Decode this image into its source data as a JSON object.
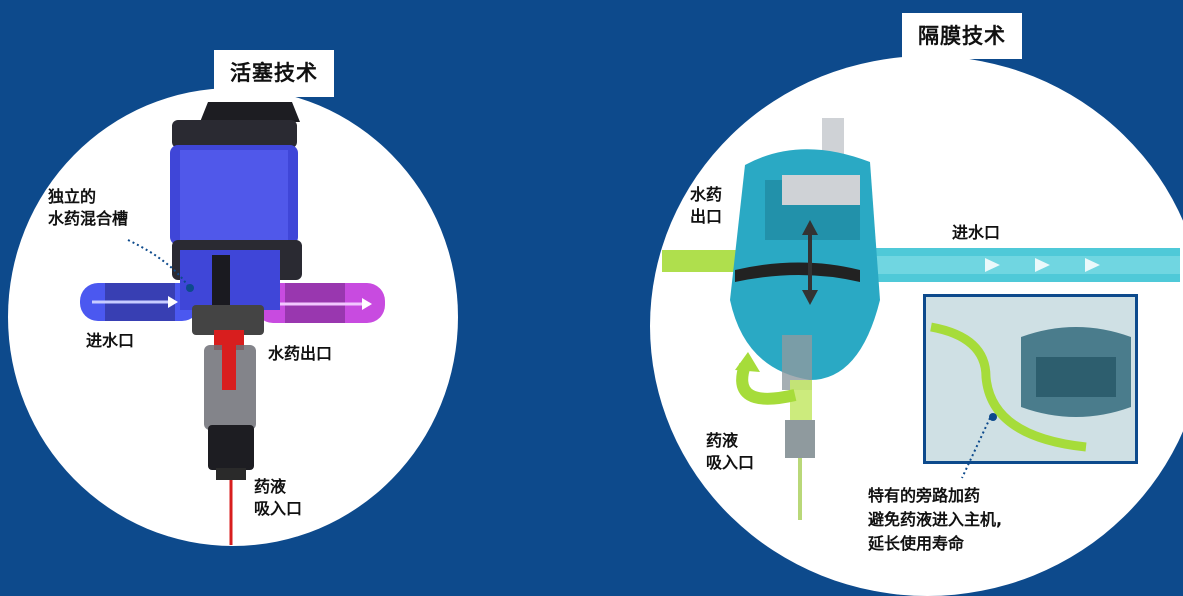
{
  "left": {
    "title": "活塞技术",
    "mixing_tank_label": [
      "独立的",
      "水药混合槽"
    ],
    "water_inlet_label": "进水口",
    "outlet_label": "水药出口",
    "suction_label": [
      "药液",
      "吸入口"
    ]
  },
  "right": {
    "title": "隔膜技术",
    "outlet_label": [
      "水药",
      "出口"
    ],
    "water_inlet_label": "进水口",
    "suction_label": [
      "药液",
      "吸入口"
    ],
    "bypass_note": [
      "特有的旁路加药",
      "避免药液进入主机,",
      "延长使用寿命"
    ]
  },
  "colors": {
    "background": "#0d4a8c",
    "piston_body": "#2a2a32",
    "mixing_tank": "#3f46d8",
    "flow_in": "#4b58f0",
    "flow_out": "#c84be0",
    "suction": "#d81e1e",
    "diaphragm_body": "#2aa9c4",
    "suction_green": "#a6dc3a"
  }
}
